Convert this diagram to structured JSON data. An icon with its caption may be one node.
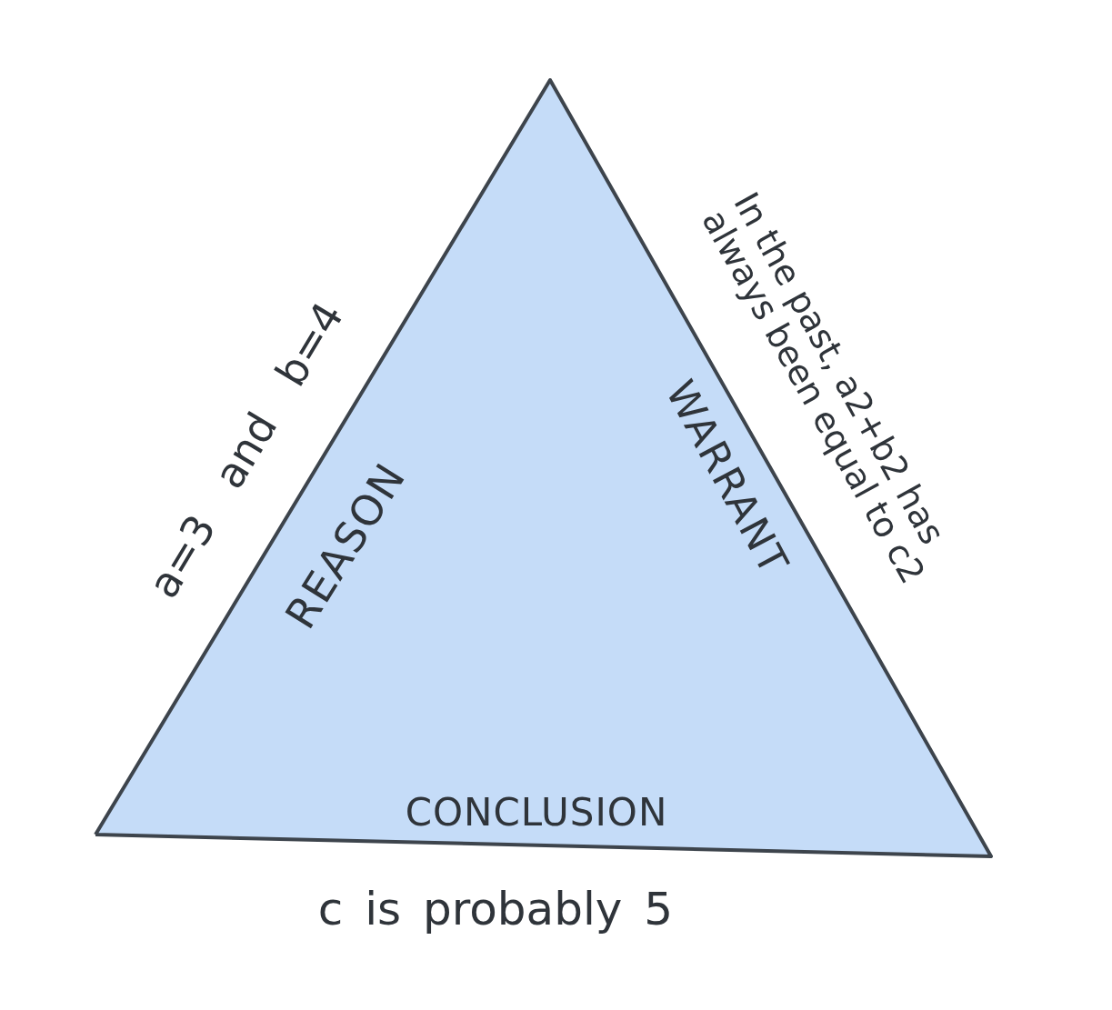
{
  "diagram": {
    "nodes": [
      {
        "text": [
          "REASON",
          "WARRANT",
          "CONCLUSION"
        ],
        "beside": [
          "a=3 and b=4",
          "In the past, a2+b2 has always been equal to c2",
          "c is probably 5"
        ]
      }
    ]
  }
}
